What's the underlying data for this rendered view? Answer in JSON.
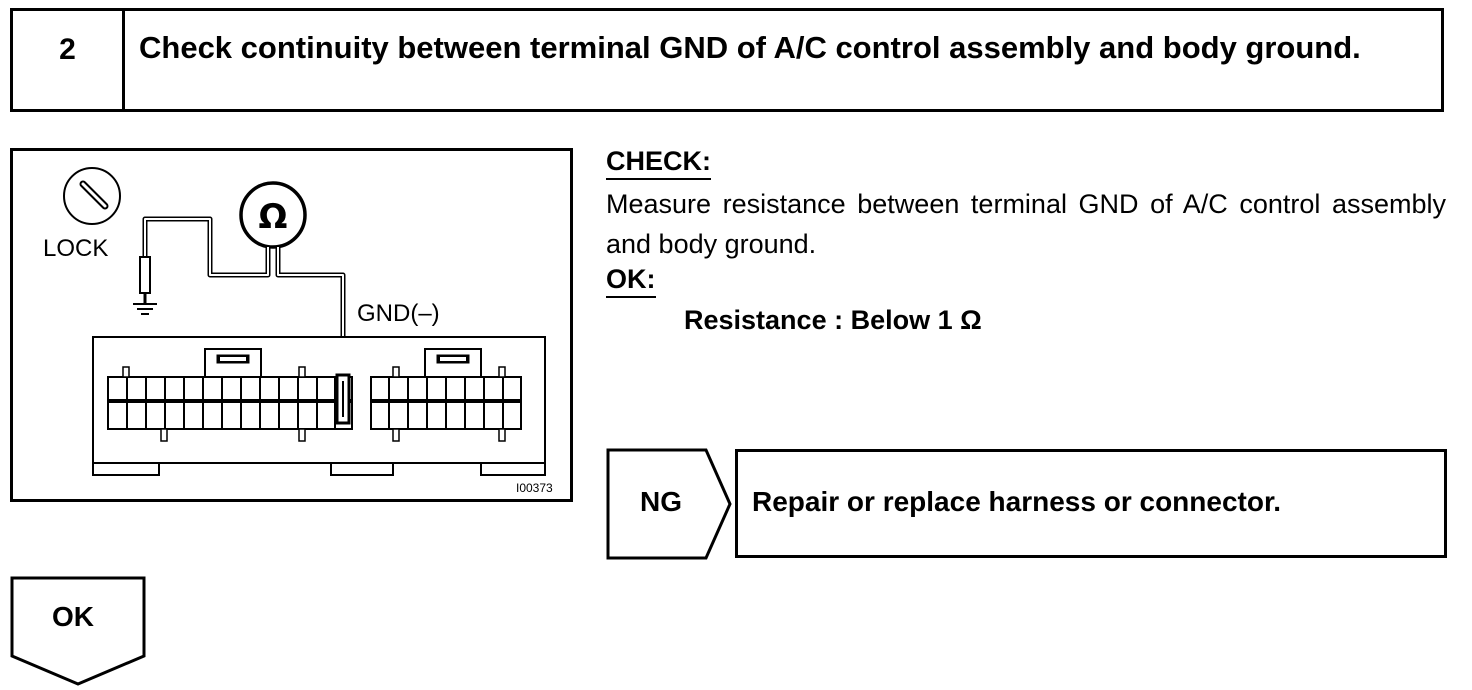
{
  "step": {
    "number": "2",
    "title": "Check continuity between terminal GND of A/C control assembly and body ground."
  },
  "diagram": {
    "lock_label": "LOCK",
    "gnd_label": "GND(–)",
    "meter_symbol": "Ω",
    "figure_id": "I00373",
    "icons": [
      "ohmmeter-icon",
      "lock-icon",
      "ground-icon",
      "connector-icon"
    ]
  },
  "check": {
    "heading": "CHECK:",
    "text": "Measure resistance between terminal GND of A/C control assembly and body ground."
  },
  "ok_spec": {
    "heading": "OK:",
    "value": "Resistance : Below 1 Ω"
  },
  "ng": {
    "label": "NG",
    "action": "Repair or replace harness or connector."
  },
  "ok_branch": {
    "label": "OK"
  }
}
